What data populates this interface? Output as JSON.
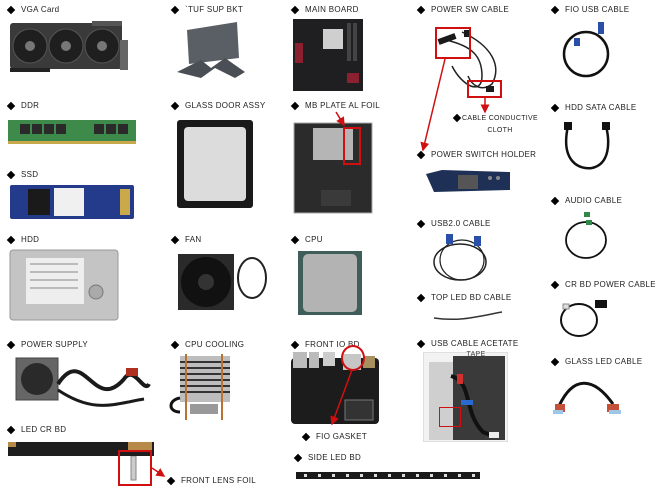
{
  "colors": {
    "accent_red": "#d01010",
    "label_text": "#222222",
    "bullet": "#000000"
  },
  "parts": [
    {
      "id": "vga-card",
      "label": "VGA Card"
    },
    {
      "id": "tuf-sup-bkt",
      "label": "`TUF SUP BKT"
    },
    {
      "id": "main-board",
      "label": "MAIN BOARD"
    },
    {
      "id": "power-sw-cable",
      "label": "POWER SW CABLE"
    },
    {
      "id": "fio-usb-cable",
      "label": "FIO USB CABLE"
    },
    {
      "id": "ddr",
      "label": "DDR"
    },
    {
      "id": "glass-door-assy",
      "label": "GLASS DOOR ASSY"
    },
    {
      "id": "mb-plate-al-foil",
      "label": "MB PLATE AL FOIL"
    },
    {
      "id": "cable-conductive-cloth",
      "label": "CABLE CONDUCTIVE CLOTH"
    },
    {
      "id": "hdd-sata-cable",
      "label": "HDD SATA CABLE"
    },
    {
      "id": "ssd",
      "label": "SSD"
    },
    {
      "id": "power-switch-holder",
      "label": "POWER SWITCH HOLDER"
    },
    {
      "id": "audio-cable",
      "label": "AUDIO CABLE"
    },
    {
      "id": "hdd",
      "label": "HDD"
    },
    {
      "id": "fan",
      "label": "FAN"
    },
    {
      "id": "cpu",
      "label": "CPU"
    },
    {
      "id": "usb2-cable",
      "label": "USB2.0 CABLE"
    },
    {
      "id": "cr-bd-power-cable",
      "label": "CR BD POWER CABLE"
    },
    {
      "id": "top-led-bd-cable",
      "label": "TOP LED BD CABLE"
    },
    {
      "id": "power-supply",
      "label": "POWER SUPPLY"
    },
    {
      "id": "cpu-cooling",
      "label": "CPU COOLING"
    },
    {
      "id": "front-io-bd",
      "label": "FRONT IO BD"
    },
    {
      "id": "usb-cable-acetate",
      "label": "USB CABLE ACETATE"
    },
    {
      "id": "glass-led-cable",
      "label": "GLASS LED CABLE"
    },
    {
      "id": "fio-gasket",
      "label": "FIO GASKET"
    },
    {
      "id": "led-cr-bd",
      "label": "LED CR BD"
    },
    {
      "id": "side-led-bd",
      "label": "SIDE LED BD"
    },
    {
      "id": "front-lens-foil",
      "label": "FRONT LENS FOIL"
    }
  ],
  "notes": {
    "cable_conductive_line1": "CABLE CONDUCTIVE",
    "cable_conductive_line2": "CLOTH",
    "acetate_tape_fragment": "TAPE"
  }
}
